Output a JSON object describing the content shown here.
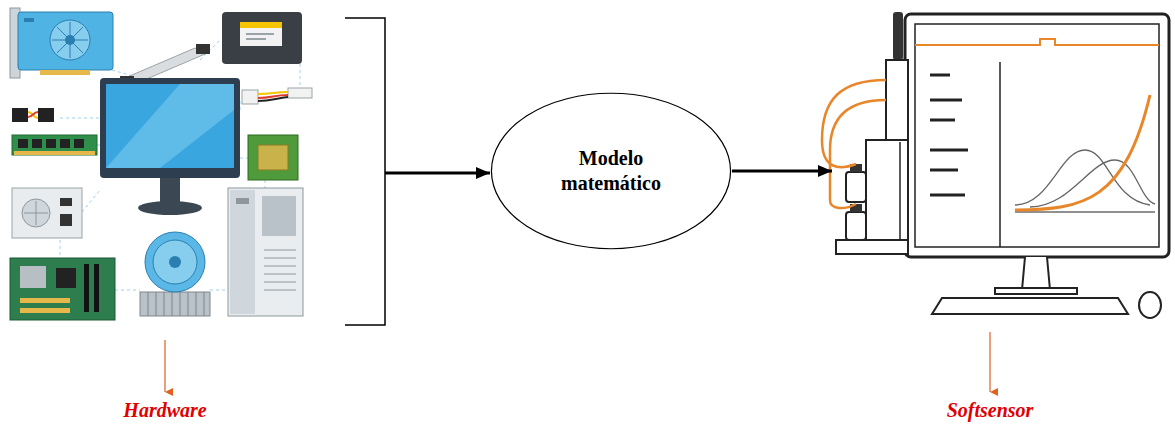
{
  "diagram": {
    "nodes": [
      {
        "text": [
          "Hardware"
        ]
      },
      {
        "text": [
          "Modelo matemático"
        ]
      },
      {
        "text": [
          "Softsensor"
        ]
      }
    ],
    "edges": [
      {
        "from": 0,
        "to": 1,
        "arrow": "to"
      },
      {
        "from": 1,
        "to": 2,
        "arrow": "to"
      }
    ]
  }
}
